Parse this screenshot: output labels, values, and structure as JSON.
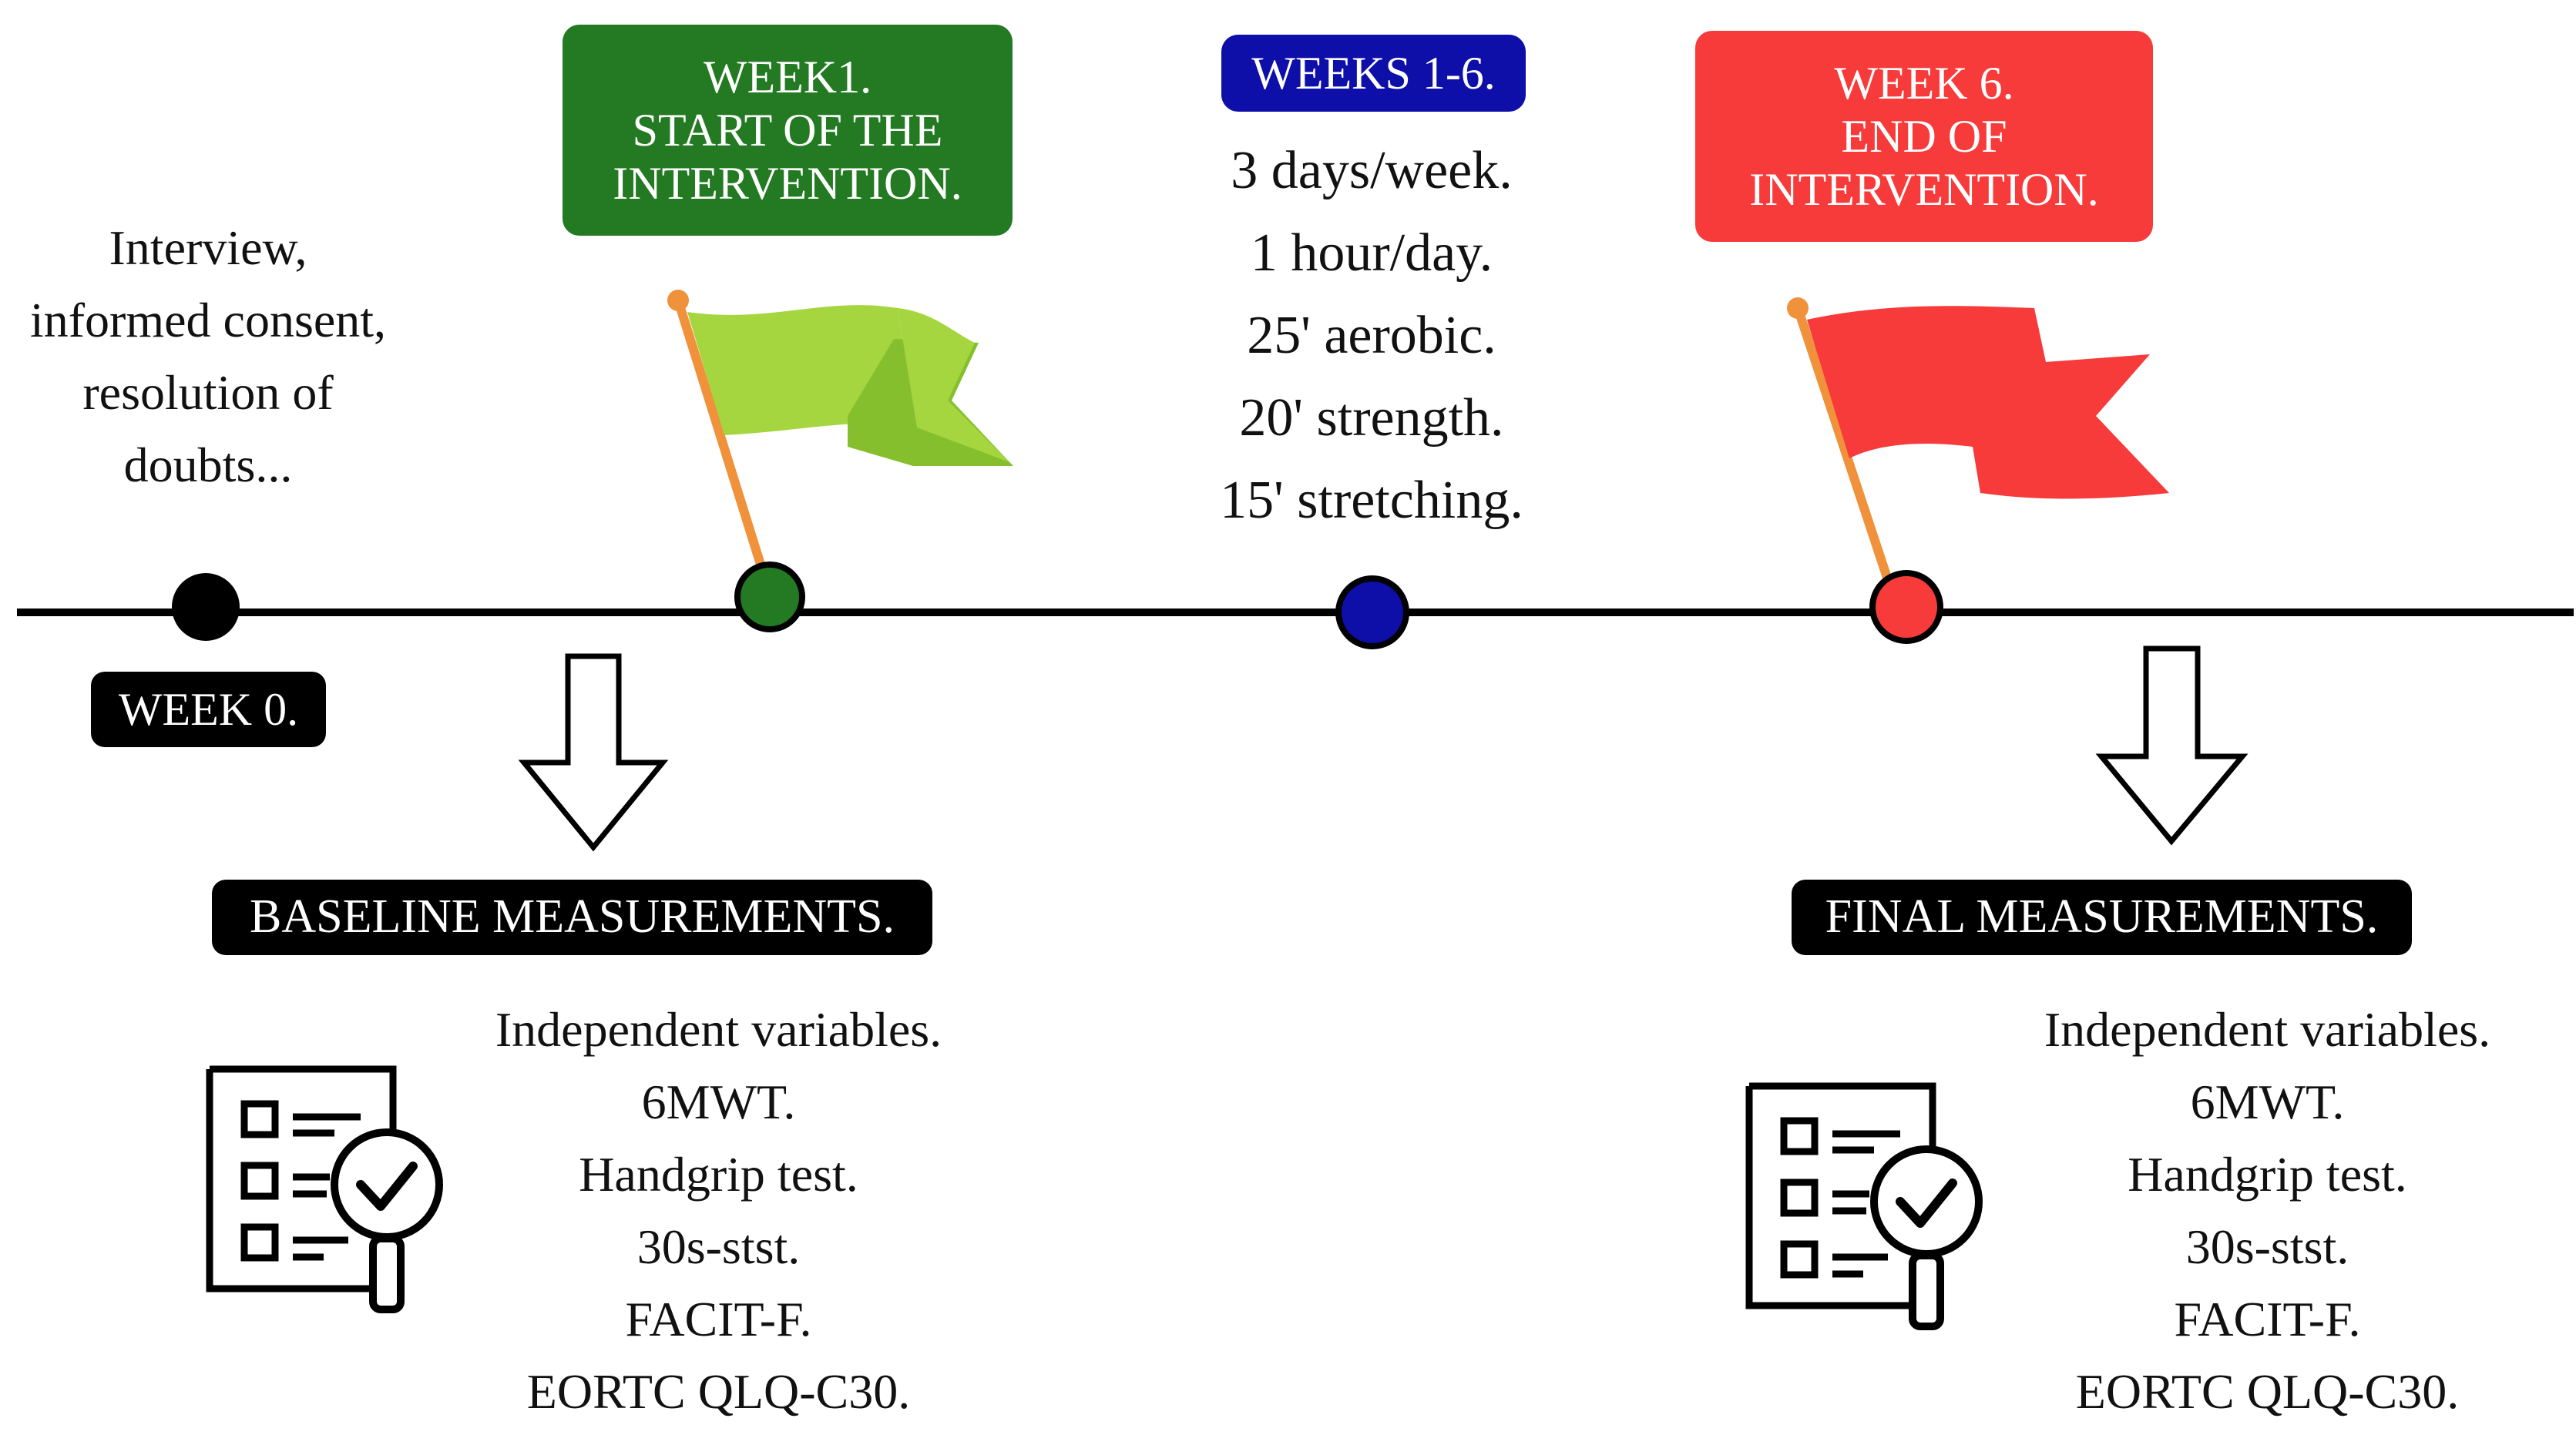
{
  "colors": {
    "black": "#000000",
    "green": "#237a22",
    "green_flag": "#a6d63f",
    "green_flag_dark": "#86bf2e",
    "blue": "#0e0ea8",
    "red": "#f73a3a",
    "red_flag": "#f73a3a",
    "pole": "#f0913b"
  },
  "week0": {
    "label": "WEEK 0.",
    "note": [
      "Interview,",
      "informed consent,",
      "resolution of",
      "doubts..."
    ]
  },
  "week1": {
    "label": [
      "WEEK1.",
      "START OF THE",
      "INTERVENTION."
    ]
  },
  "weeks1_6": {
    "label": "WEEKS 1-6.",
    "schedule": [
      "3 days/week.",
      "1 hour/day.",
      "25' aerobic.",
      "20' strength.",
      "15' stretching."
    ]
  },
  "week6": {
    "label": [
      "WEEK  6.",
      "END OF",
      "INTERVENTION."
    ]
  },
  "baseline": {
    "label": "BASELINE MEASUREMENTS.",
    "items": [
      "Independent variables.",
      "6MWT.",
      "Handgrip test.",
      "30s-stst.",
      "FACIT-F.",
      "EORTC QLQ-C30."
    ],
    "icon": "checklist-magnifier-icon"
  },
  "final": {
    "label": "FINAL MEASUREMENTS.",
    "items": [
      "Independent variables.",
      "6MWT.",
      "Handgrip test.",
      "30s-stst.",
      "FACIT-F.",
      "EORTC QLQ-C30."
    ],
    "icon": "checklist-magnifier-icon"
  }
}
